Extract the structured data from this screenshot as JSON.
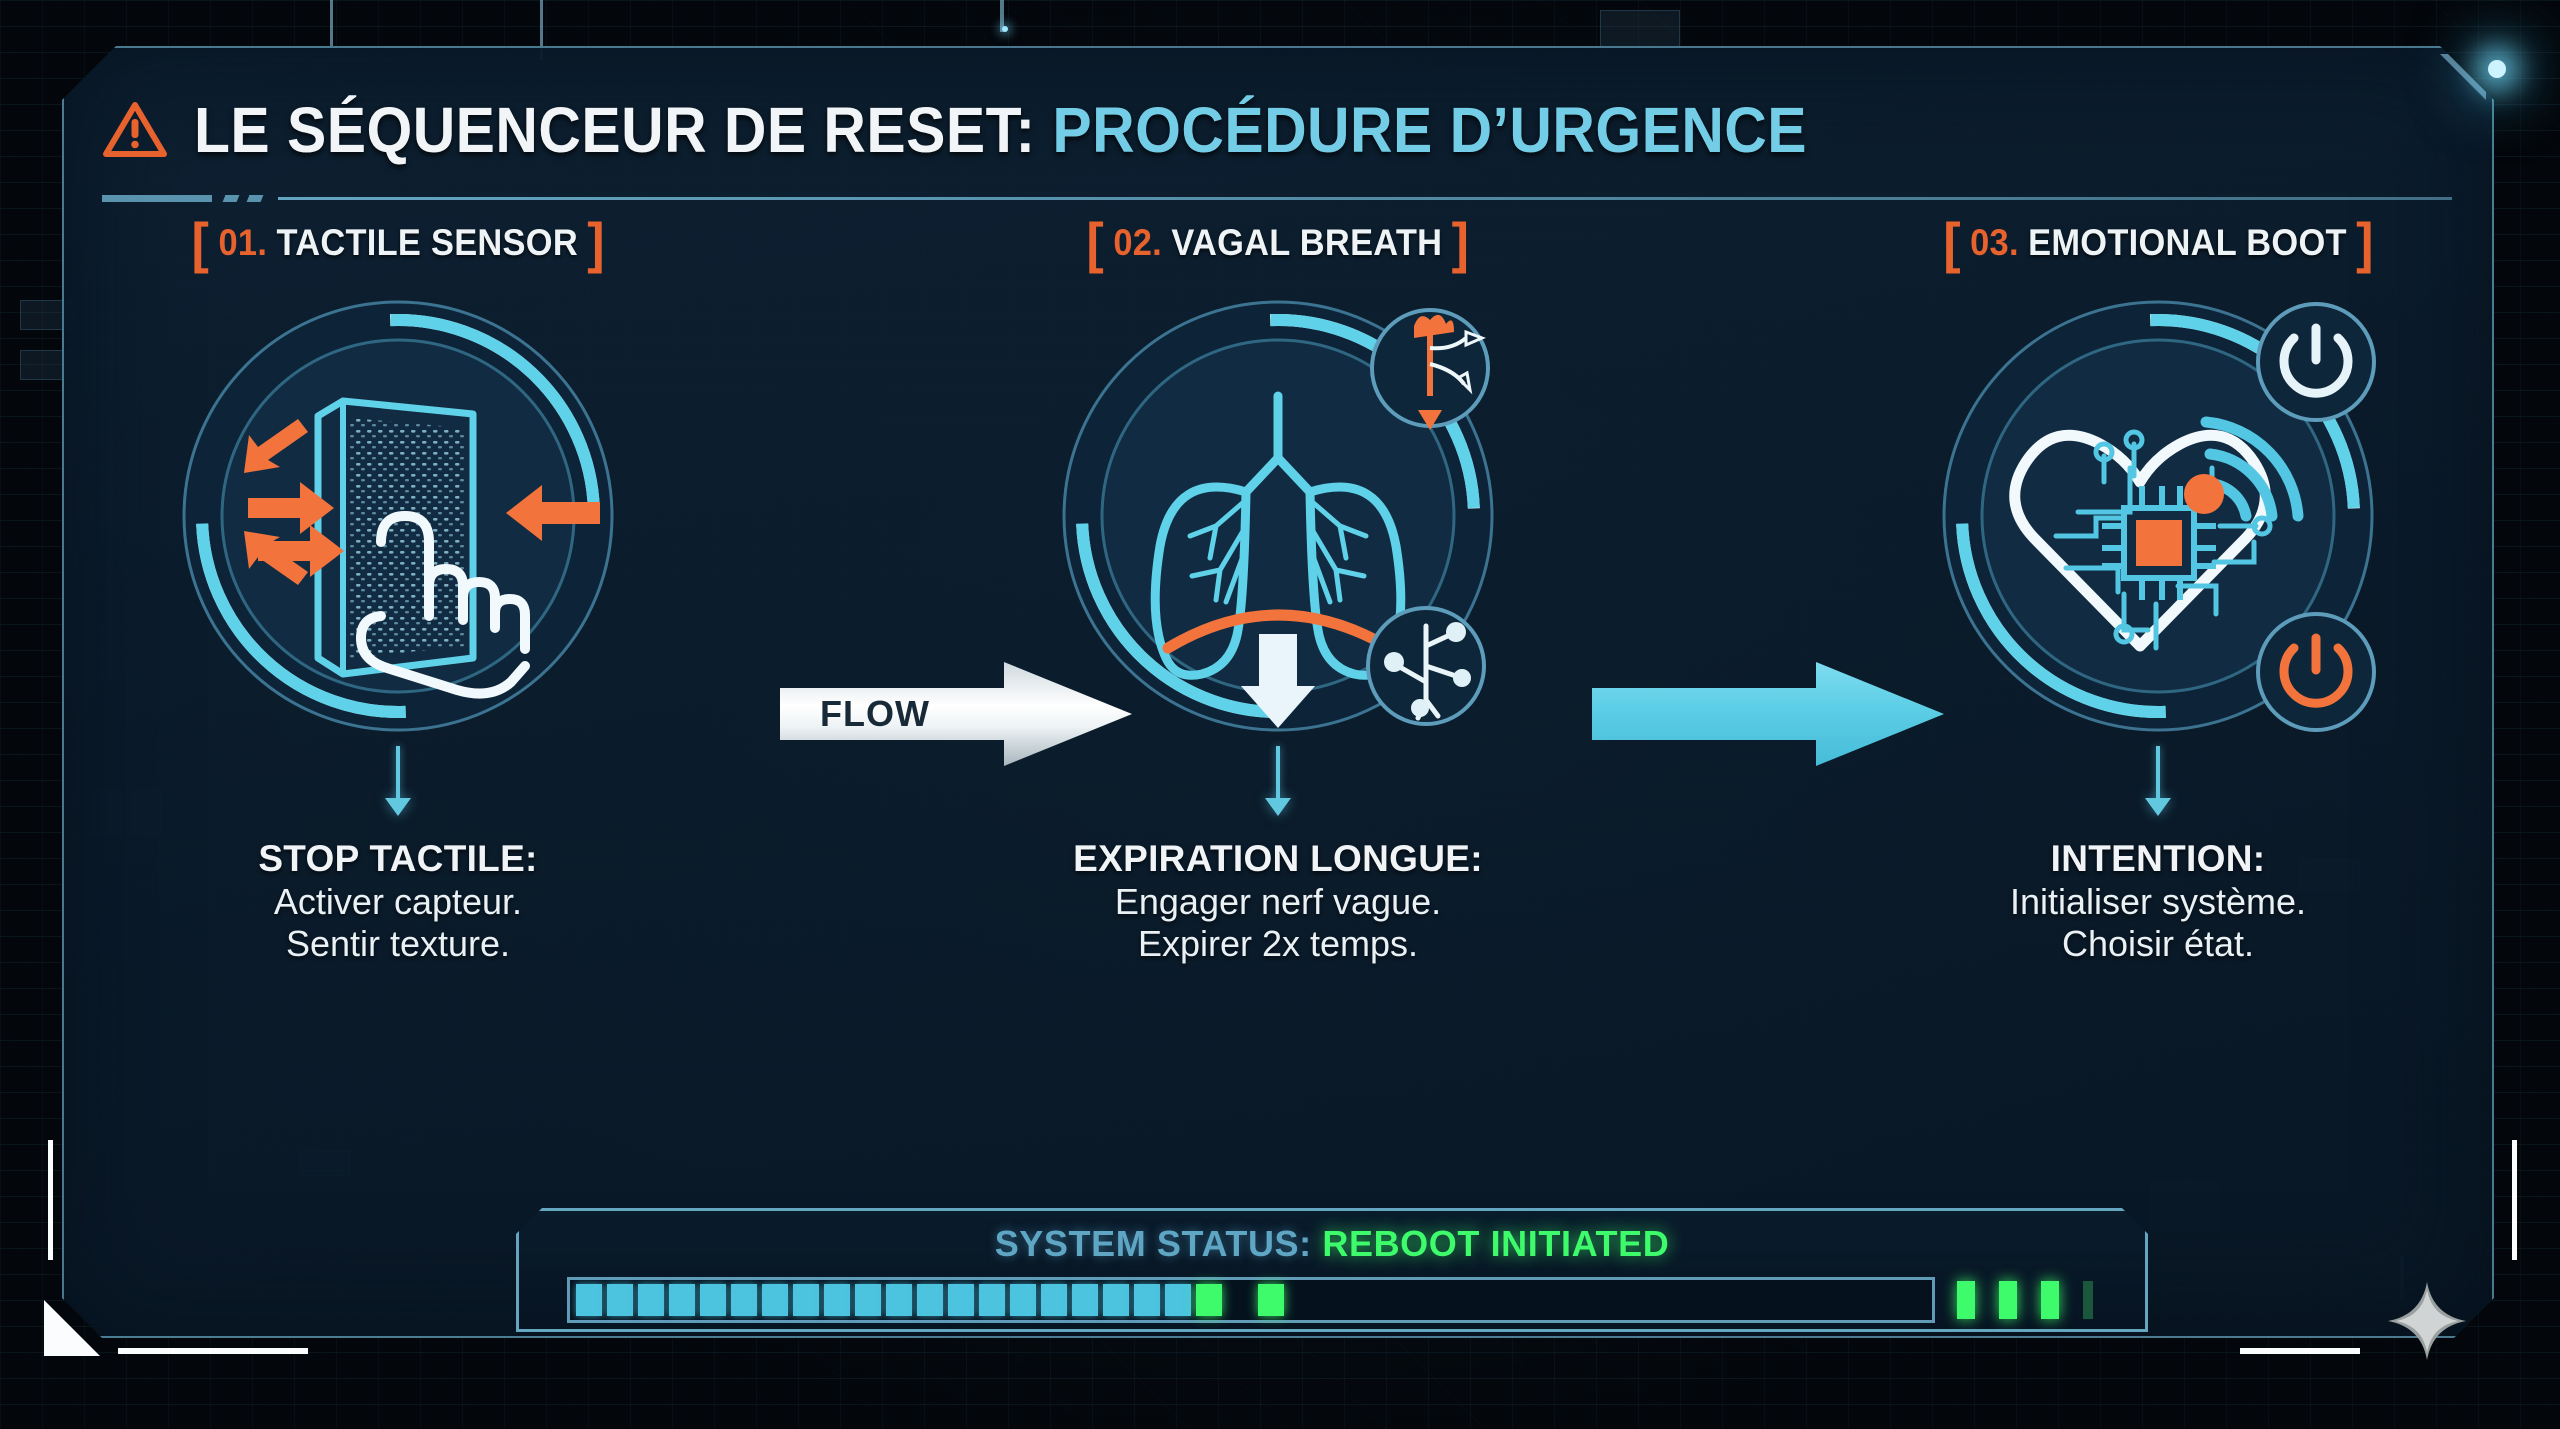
{
  "header": {
    "warning_icon": "warning-triangle-icon",
    "title_main": "LE SÉQUENCEUR DE RESET:",
    "title_accent": "PROCÉDURE D’URGENCE"
  },
  "colors": {
    "accent_orange": "#e8622e",
    "accent_cyan": "#74cde6",
    "panel_bg": "#0c2238",
    "status_green": "#3dfb6b",
    "status_label_blue": "#5ea6c4",
    "text_white": "#f0f4f7"
  },
  "steps": [
    {
      "bracket_open": "[",
      "bracket_close": "]",
      "number": "01.",
      "label": "TACTILE SENSOR",
      "icon": "hand-touch-textured-panel-icon",
      "caption_heading": "STOP TACTILE:",
      "caption_line1": "Activer capteur.",
      "caption_line2": "Sentir texture."
    },
    {
      "bracket_open": "[",
      "bracket_close": "]",
      "number": "02.",
      "label": "VAGAL BREATH",
      "icon": "lungs-diaphragm-icon",
      "badge_top": "vagus-nerve-icon",
      "badge_bottom": "neuron-synapse-icon",
      "caption_heading": "EXPIRATION LONGUE:",
      "caption_line1": "Engager nerf vague.",
      "caption_line2": "Expirer 2x temps."
    },
    {
      "bracket_open": "[",
      "bracket_close": "]",
      "number": "03.",
      "label": "EMOTIONAL BOOT",
      "icon": "circuit-heart-icon",
      "badge_top": "power-button-icon",
      "badge_bottom": "power-button-icon",
      "caption_heading": "INTENTION:",
      "caption_line1": "Initialiser système.",
      "caption_line2": "Choisir état."
    }
  ],
  "flow": [
    {
      "label": "FLOW",
      "icon": "right-arrow-icon",
      "style": "silver"
    },
    {
      "label": "",
      "icon": "right-arrow-icon",
      "style": "cyan"
    }
  ],
  "status": {
    "label": "SYSTEM STATUS:",
    "value": "REBOOT INITIATED",
    "progress_segments": [
      "cy",
      "cy",
      "cy",
      "cy",
      "cy",
      "cy",
      "cy",
      "cy",
      "cy",
      "cy",
      "cy",
      "cy",
      "cy",
      "cy",
      "cy",
      "cy",
      "cy",
      "cy",
      "cy",
      "cy",
      "gr",
      "off",
      "gr",
      "off",
      "off",
      "off",
      "off",
      "off",
      "off",
      "off",
      "off",
      "off",
      "off",
      "off",
      "off",
      "off"
    ],
    "indicator_dots": [
      "on",
      "on",
      "on",
      "dim"
    ]
  }
}
